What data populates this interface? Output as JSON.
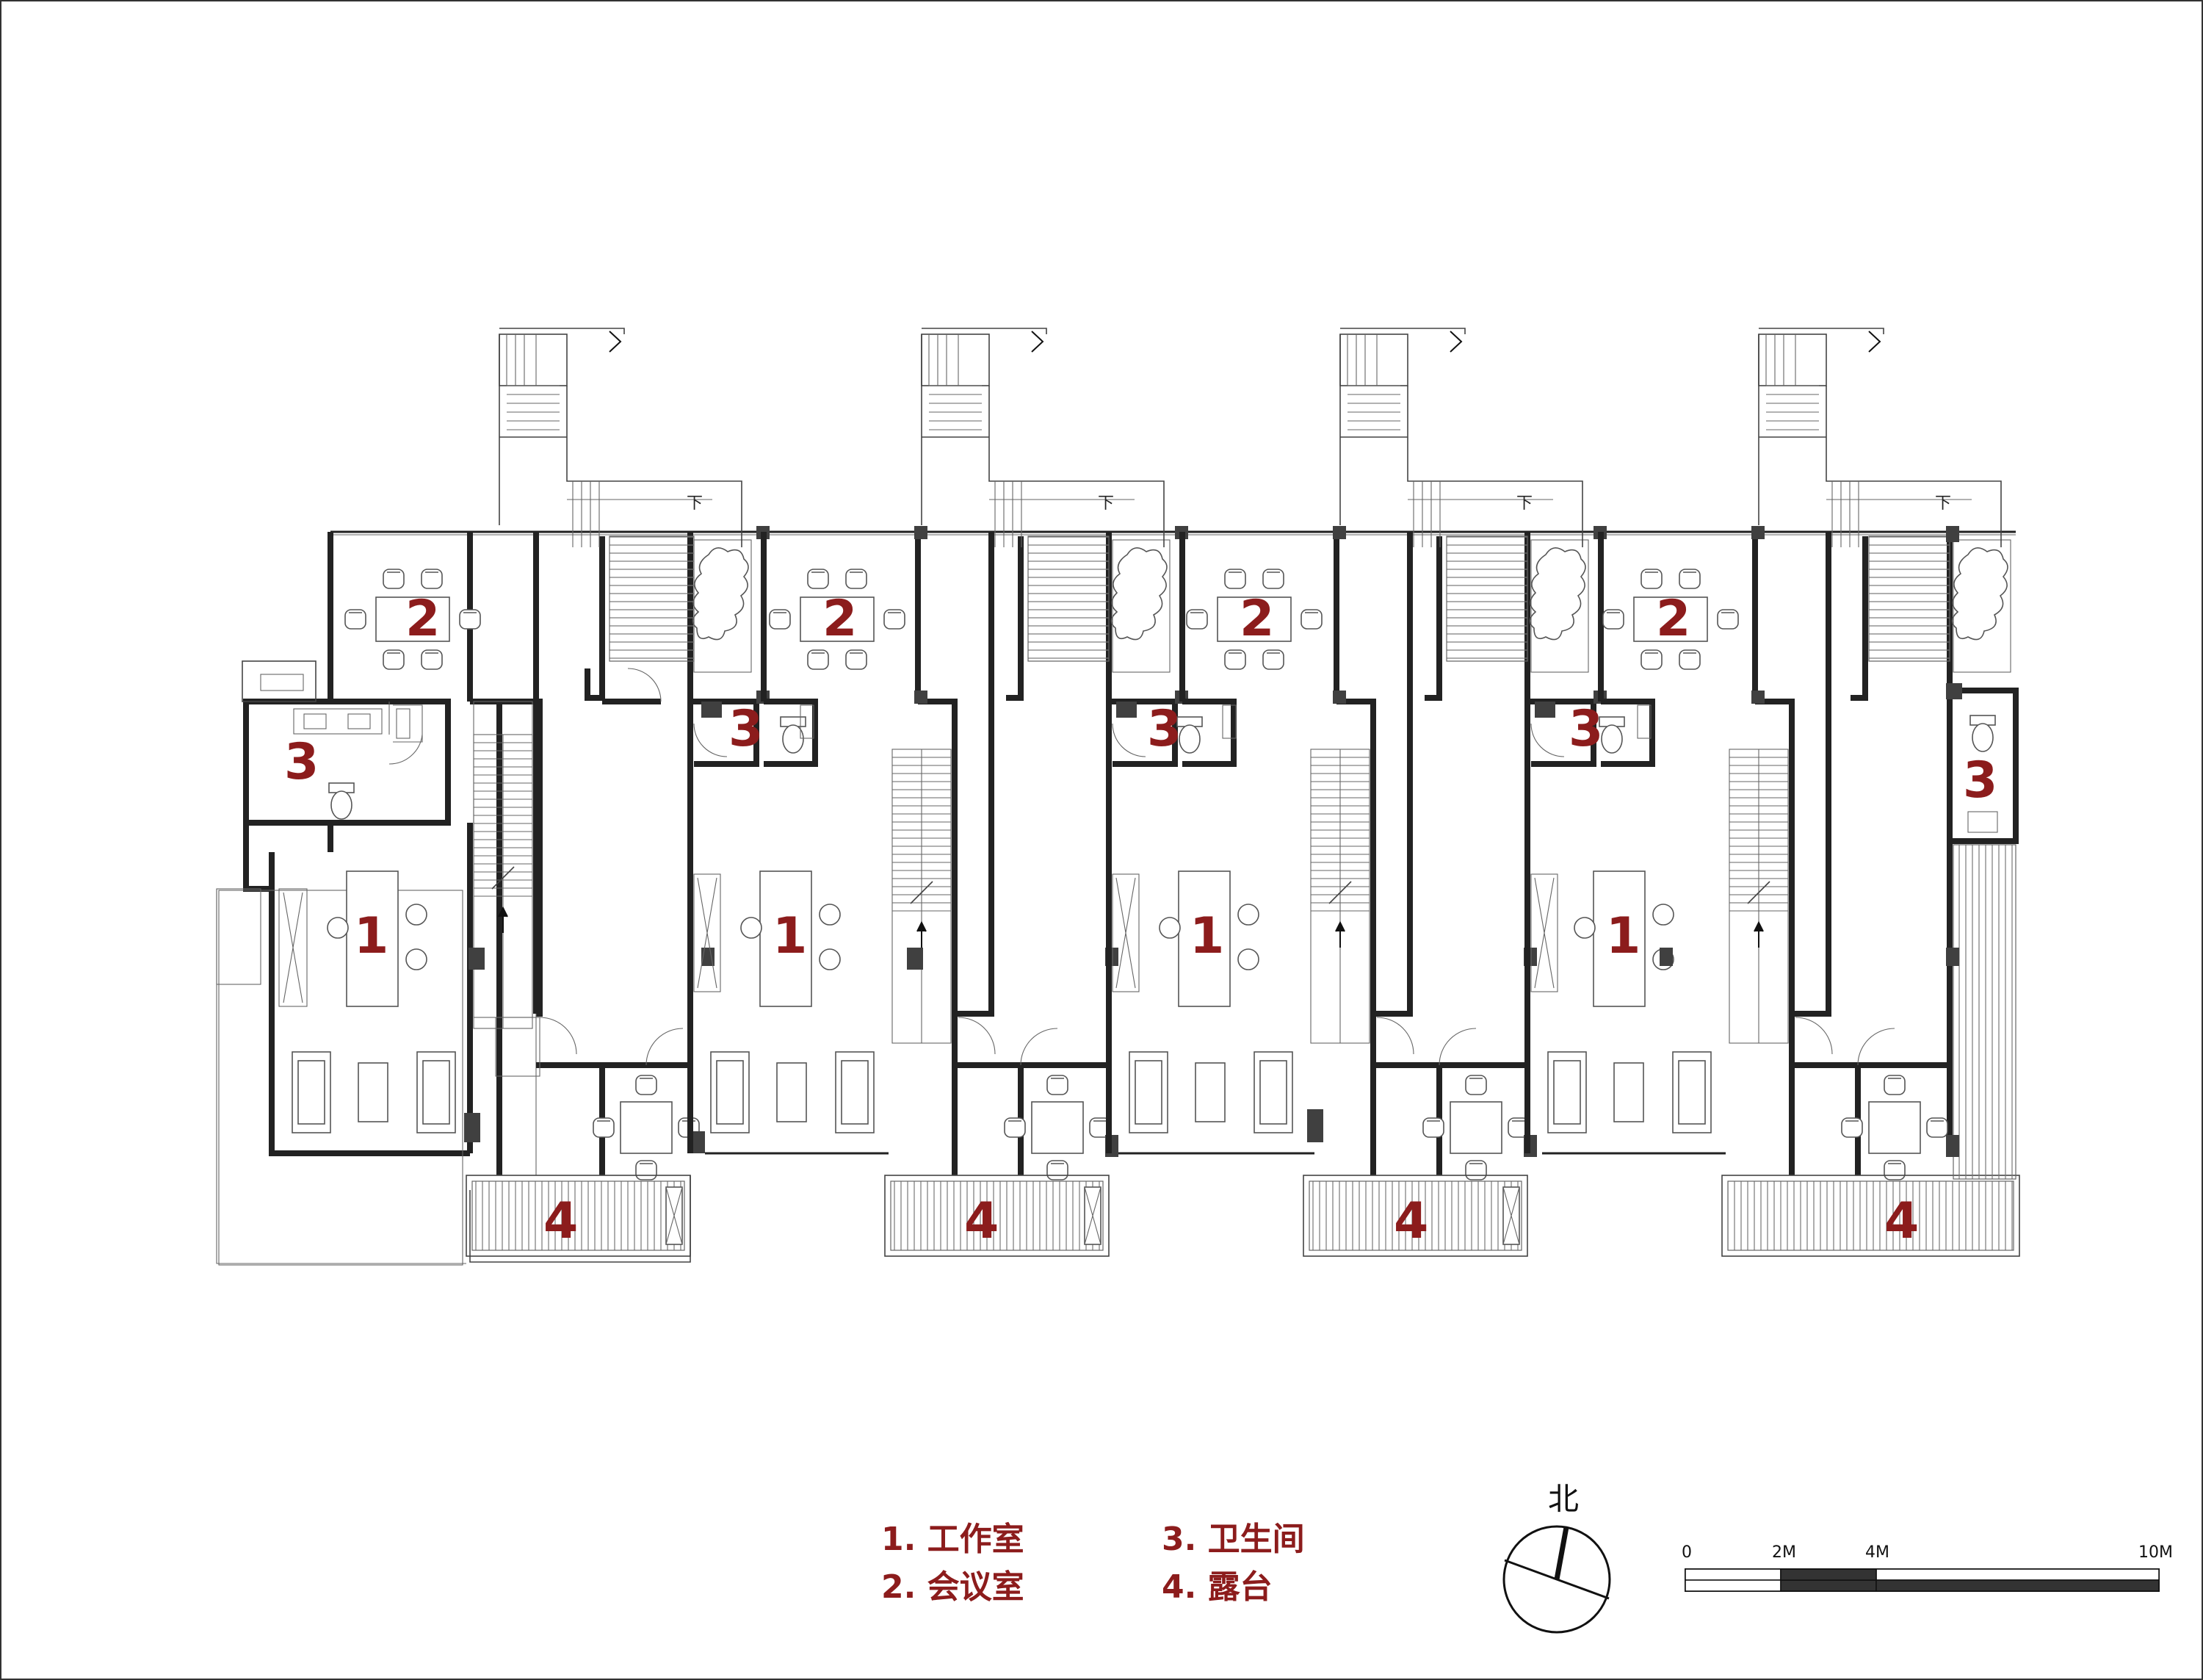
{
  "rooms": {
    "r1": "1",
    "r2": "2",
    "r3": "3",
    "r4": "4"
  },
  "stair_label": "下",
  "legend": {
    "item1": "1. 工作室",
    "item2": "2. 会议室",
    "item3": "3. 卫生间",
    "item4": "4. 露台"
  },
  "north": "北",
  "scale": {
    "t0": "0",
    "t1": "2M",
    "t2": "4M",
    "t3": "10M"
  },
  "colors": {
    "room_label": "#8c1c1c",
    "walls": "#222222",
    "columns": "#404040"
  }
}
